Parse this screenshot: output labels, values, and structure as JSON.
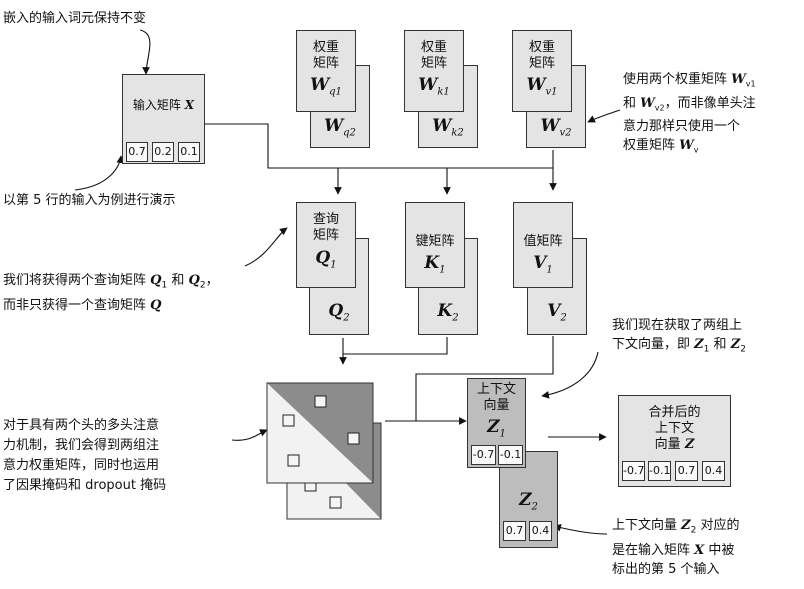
{
  "annotations": {
    "top_left": "嵌入的输入词元保持不变",
    "row_example": "以第 5 行的输入为例进行演示",
    "query_line1": "我们将获得两个查询矩阵",
    "query_q1": "Q",
    "query_q1_sub": "1",
    "query_and": "和",
    "query_q2": "Q",
    "query_q2_sub": "2",
    "query_line2": "而非只获得一个查询矩阵",
    "query_q": "Q",
    "attn_line1": "对于具有两个头的多头注意",
    "attn_line2": "力机制，我们会得到两组注",
    "attn_line3": "意力权重矩阵，同时也运用",
    "attn_line4": "了因果掩码和 dropout 掩码",
    "weights_line1": "使用两个权重矩阵",
    "weights_wv1": "W",
    "weights_wv1_sub": "v1",
    "weights_line2a": "和",
    "weights_wv2": "W",
    "weights_wv2_sub": "v2",
    "weights_line2b": "，而非像单头注",
    "weights_line3": "意力那样只使用一个",
    "weights_line4": "权重矩阵",
    "weights_wv": "W",
    "weights_wv_sub": "v",
    "ctx_line1": "我们现在获取了两组上",
    "ctx_line2": "下文向量，即",
    "ctx_z1": "Z",
    "ctx_z1_sub": "1",
    "ctx_and": "和",
    "ctx_z2": "Z",
    "ctx_z2_sub": "2",
    "z2_line1": "上下文向量",
    "z2_var": "Z",
    "z2_var_sub": "2",
    "z2_line1b": "对应的",
    "z2_line2": "是在输入矩阵",
    "z2_x": "X",
    "z2_line2b": "中被",
    "z2_line3": "标出的第 5 个输入"
  },
  "input_matrix": {
    "label": "输入矩阵",
    "var": "X",
    "values": [
      "0.7",
      "0.2",
      "0.1"
    ]
  },
  "weights": [
    {
      "caption": [
        "权重",
        "矩阵"
      ],
      "front": {
        "var": "W",
        "sub": "q1"
      },
      "back": {
        "var": "W",
        "sub": "q2"
      }
    },
    {
      "caption": [
        "权重",
        "矩阵"
      ],
      "front": {
        "var": "W",
        "sub": "k1"
      },
      "back": {
        "var": "W",
        "sub": "k2"
      }
    },
    {
      "caption": [
        "权重",
        "矩阵"
      ],
      "front": {
        "var": "W",
        "sub": "v1"
      },
      "back": {
        "var": "W",
        "sub": "v2"
      }
    }
  ],
  "qkv": [
    {
      "caption": [
        "查询",
        "矩阵"
      ],
      "front": {
        "var": "Q",
        "sub": "1"
      },
      "back": {
        "var": "Q",
        "sub": "2"
      }
    },
    {
      "caption": [
        "键矩阵"
      ],
      "front": {
        "var": "K",
        "sub": "1"
      },
      "back": {
        "var": "K",
        "sub": "2"
      }
    },
    {
      "caption": [
        "值矩阵"
      ],
      "front": {
        "var": "V",
        "sub": "1"
      },
      "back": {
        "var": "V",
        "sub": "2"
      }
    }
  ],
  "context": {
    "z1_caption": [
      "上下文",
      "向量"
    ],
    "z1_var": "Z",
    "z1_sub": "1",
    "z1_values": [
      "-0.7",
      "-0.1"
    ],
    "z2_var": "Z",
    "z2_sub": "2",
    "z2_values": [
      "0.7",
      "0.4"
    ]
  },
  "combined": {
    "caption": [
      "合并后的",
      "上下文"
    ],
    "caption_last": "向量",
    "var": "Z",
    "values": [
      "-0.7",
      "-0.1",
      "0.7",
      "0.4"
    ]
  },
  "colors": {
    "box_fill": "#e4e4e4",
    "box_dark": "#bdbdbd",
    "mask_dark": "#8c8c8c",
    "mask_light": "#f2f2f2"
  }
}
